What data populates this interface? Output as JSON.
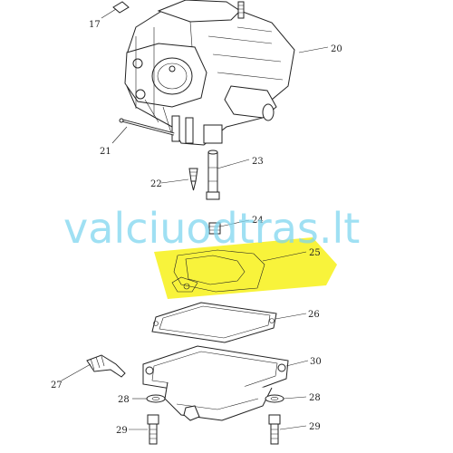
{
  "watermark": "valciuodtras.lt",
  "highlight_color": "#f7f22a",
  "watermark_color": "#7fd6ef",
  "labels": {
    "l17": "17",
    "l20": "20",
    "l21": "21",
    "l22": "22",
    "l23": "23",
    "l24": "24",
    "l25": "25",
    "l26": "26",
    "l27": "27",
    "l28a": "28",
    "l28b": "28",
    "l29a": "29",
    "l29b": "29",
    "l30": "30"
  }
}
